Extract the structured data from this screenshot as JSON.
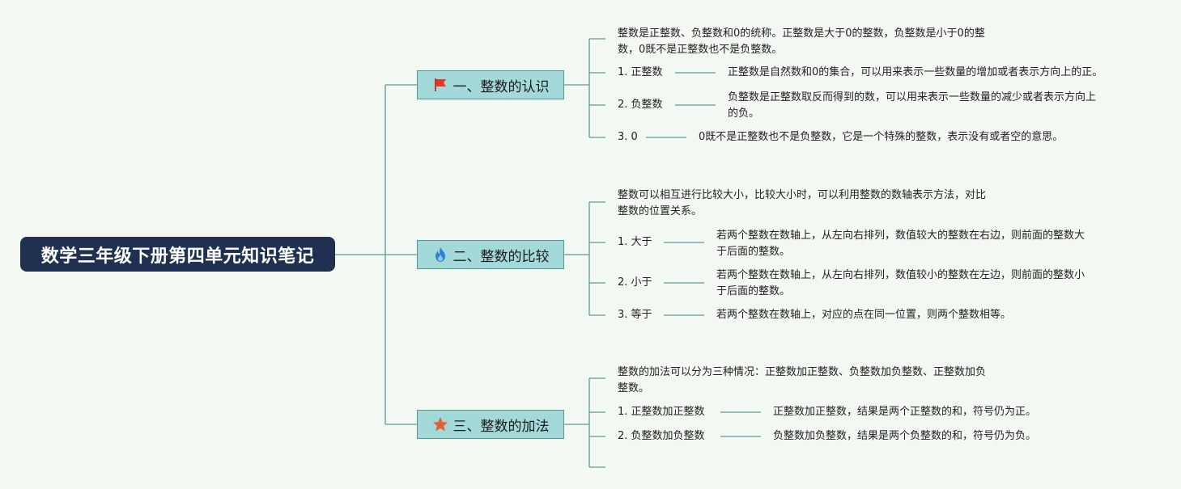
{
  "root": "数学三年级下册第四单元知识笔记",
  "colors": {
    "root_bg": "#1f3050",
    "topic_bg": "#a4d9da",
    "line": "#5a9c98",
    "background": "#f3f8f2"
  },
  "topics": [
    {
      "label": "一、整数的认识",
      "icon": "red-flag-icon",
      "summary": [
        "整数是正整数、负整数和0的统称。正整数是大于0的整数，负整数是小于0的整",
        "数，0既不是正整数也不是负整数。"
      ],
      "items": [
        {
          "label": "1. 正整数",
          "desc": [
            "正整数是自然数和0的集合，可以用来表示一些数量的增加或者表示方向上的正。"
          ]
        },
        {
          "label": "2. 负整数",
          "desc": [
            "负整数是正整数取反而得到的数，可以用来表示一些数量的减少或者表示方向上",
            "的负。"
          ]
        },
        {
          "label": "3. 0",
          "desc": [
            "0既不是正整数也不是负整数，它是一个特殊的整数，表示没有或者空的意思。"
          ]
        }
      ]
    },
    {
      "label": "二、整数的比较",
      "icon": "blue-flame-icon",
      "summary": [
        "整数可以相互进行比较大小，比较大小时，可以利用整数的数轴表示方法，对比",
        "整数的位置关系。"
      ],
      "items": [
        {
          "label": "1. 大于",
          "desc": [
            "若两个整数在数轴上，从左向右排列，数值较大的整数在右边，则前面的整数大",
            "于后面的整数。"
          ]
        },
        {
          "label": "2. 小于",
          "desc": [
            "若两个整数在数轴上，从左向右排列，数值较小的整数在左边，则前面的整数小",
            "于后面的整数。"
          ]
        },
        {
          "label": "3. 等于",
          "desc": [
            "若两个整数在数轴上，对应的点在同一位置，则两个整数相等。"
          ]
        }
      ]
    },
    {
      "label": "三、整数的加法",
      "icon": "orange-star-icon",
      "summary": [
        "整数的加法可以分为三种情况：正整数加正整数、负整数加负整数、正整数加负",
        "整数。"
      ],
      "items": [
        {
          "label": "1. 正整数加正整数",
          "desc": [
            "正整数加正整数，结果是两个正整数的和，符号仍为正。"
          ]
        },
        {
          "label": "2. 负整数加负整数",
          "desc": [
            "负整数加负整数，结果是两个负整数的和，符号仍为负。"
          ]
        }
      ]
    }
  ]
}
